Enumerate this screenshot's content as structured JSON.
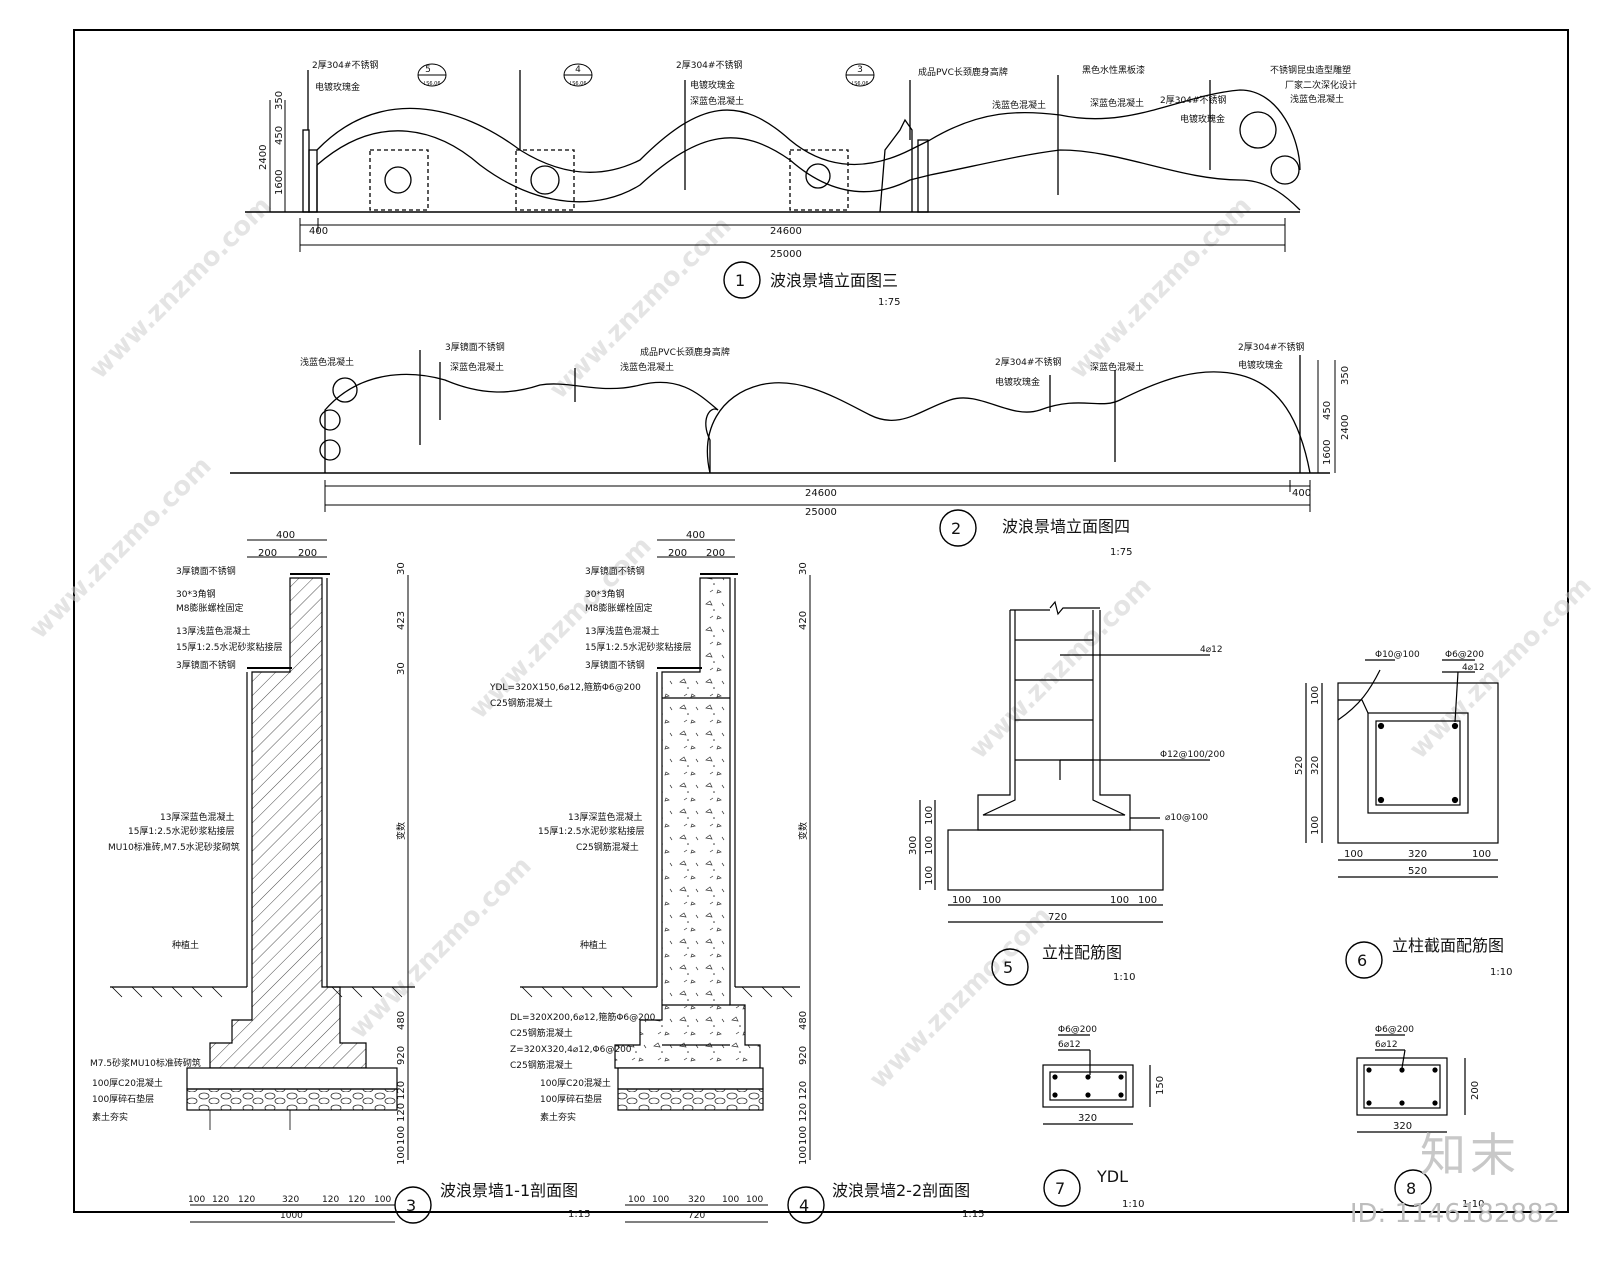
{
  "views": {
    "v1": {
      "num": "1",
      "title": "波浪景墙立面图三",
      "scale": "1:75"
    },
    "v2": {
      "num": "2",
      "title": "波浪景墙立面图四",
      "scale": "1:75"
    },
    "v3": {
      "num": "3",
      "title": "波浪景墙1-1剖面图",
      "scale": "1:15"
    },
    "v4": {
      "num": "4",
      "title": "波浪景墙2-2剖面图",
      "scale": "1:15"
    },
    "v5": {
      "num": "5",
      "title": "立柱配筋图",
      "scale": "1:10"
    },
    "v6": {
      "num": "6",
      "title": "立柱截面配筋图",
      "scale": "1:10"
    },
    "v7": {
      "num": "7",
      "title": "YDL",
      "scale": "1:10"
    },
    "v8": {
      "num": "8",
      "title": "",
      "scale": "1:10"
    }
  },
  "elev1": {
    "labels": [
      "2厚304#不锈钢",
      "电镀玫瑰金",
      "2厚304#不锈钢",
      "电镀玫瑰金",
      "深蓝色混凝土",
      "成品PVC长颈鹿身高牌",
      "浅蓝色混凝土",
      "黑色水性黑板漆",
      "深蓝色混凝土",
      "2厚304#不锈钢",
      "电镀玫瑰金",
      "不锈钢昆虫造型雕塑",
      "厂家二次深化设计",
      "浅蓝色混凝土"
    ],
    "callouts": [
      "5",
      "4",
      "3"
    ],
    "callout_sub": "LS6.06",
    "dims": {
      "d400": "400",
      "d24600": "24600",
      "d25000": "25000",
      "h2400": "2400",
      "h1600": "1600",
      "h350": "350",
      "h450": "450"
    }
  },
  "elev2": {
    "labels": [
      "浅蓝色混凝土",
      "3厚镜面不锈钢",
      "深蓝色混凝土",
      "成品PVC长颈鹿身高牌",
      "浅蓝色混凝土",
      "2厚304#不锈钢",
      "电镀玫瑰金",
      "深蓝色混凝土",
      "2厚304#不锈钢",
      "电镀玫瑰金"
    ],
    "dims": {
      "d24600": "24600",
      "d25000": "25000",
      "d400": "400",
      "h350": "350",
      "h450": "450",
      "h2400": "2400",
      "h1600": "1600"
    }
  },
  "sec1": {
    "labels": [
      "3厚镜面不锈钢",
      "30*3角钢",
      "M8膨胀螺栓固定",
      "13厚浅蓝色混凝土",
      "15厚1:2.5水泥砂浆粘接层",
      "3厚镜面不锈钢",
      "13厚深蓝色混凝土",
      "15厚1:2.5水泥砂浆粘接层",
      "MU10标准砖,M7.5水泥砂浆砌筑",
      "种植土",
      "M7.5砂浆MU10标准砖砌筑",
      "100厚C20混凝土",
      "100厚碎石垫层",
      "素土夯实"
    ],
    "top": [
      "400",
      "200",
      "200"
    ],
    "vert": [
      "30",
      "423",
      "30",
      "变数",
      "480",
      "920",
      "120",
      "120",
      "100",
      "100"
    ],
    "bottom": [
      "100",
      "120",
      "120",
      "320",
      "120",
      "120",
      "100",
      "1000"
    ]
  },
  "sec2": {
    "labels": [
      "3厚镜面不锈钢",
      "30*3角钢",
      "M8膨胀螺栓固定",
      "13厚浅蓝色混凝土",
      "15厚1:2.5水泥砂浆粘接层",
      "3厚镜面不锈钢",
      "YDL=320X150,6⌀12,箍筋Φ6@200",
      "C25钢筋混凝土",
      "13厚深蓝色混凝土",
      "15厚1:2.5水泥砂浆粘接层",
      "C25钢筋混凝土",
      "种植土",
      "DL=320X200,6⌀12,箍筋Φ6@200",
      "C25钢筋混凝土",
      "Z=320X320,4⌀12,Φ6@200",
      "C25钢筋混凝土",
      "100厚C20混凝土",
      "100厚碎石垫层",
      "素土夯实"
    ],
    "top": [
      "400",
      "200",
      "200"
    ],
    "vert": [
      "30",
      "420",
      "变数",
      "480",
      "920",
      "120",
      "120",
      "100",
      "100"
    ],
    "bottom": [
      "100",
      "100",
      "320",
      "100",
      "100",
      "720"
    ]
  },
  "col5": {
    "labels": [
      "4⌀12",
      "Φ12@100/200",
      "⌀10@100"
    ],
    "vert": [
      "300",
      "100",
      "100",
      "100"
    ],
    "bottom": [
      "100",
      "100",
      "100",
      "100",
      "720"
    ]
  },
  "sec6": {
    "labels": [
      "Φ10@100",
      "Φ6@200",
      "4⌀12"
    ],
    "vert": [
      "520",
      "100",
      "320",
      "100"
    ],
    "bottom": [
      "100",
      "320",
      "100",
      "520"
    ]
  },
  "ydl7": {
    "labels": [
      "Φ6@200",
      "6⌀12"
    ],
    "w": "320",
    "h": "150"
  },
  "dl8": {
    "labels": [
      "Φ6@200",
      "6⌀12"
    ],
    "w": "320",
    "h": "200"
  },
  "watermark": {
    "text": "www.znzmo.com",
    "brand": "知末",
    "id": "ID: 1146182882"
  }
}
